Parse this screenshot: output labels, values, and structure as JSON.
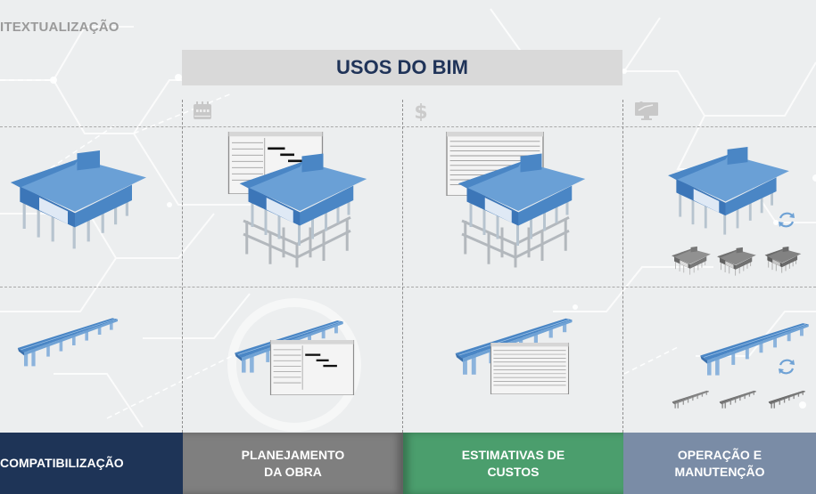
{
  "slide": {
    "section_title": "ITEXTUALIZAÇÃO",
    "title": "USOS DO BIM",
    "colors": {
      "background": "#eceeef",
      "title_bar": "#d9d9d9",
      "title_text": "#1f3358",
      "model_blue": "#4a86c5",
      "structure_gray": "#b8bcc0"
    }
  },
  "columns": [
    {
      "id": "compatibilizacao",
      "icon": "none",
      "label": "COMPATIBILIZAÇÃO",
      "color": "#1e3457"
    },
    {
      "id": "planejamento",
      "icon": "calendar-icon",
      "label": "PLANEJAMENTO\nDA OBRA",
      "color": "#7f7f7f"
    },
    {
      "id": "estimativas",
      "icon": "dollar-icon",
      "label": "ESTIMATIVAS DE\nCUSTOS",
      "color": "#4b9e6d"
    },
    {
      "id": "operacao",
      "icon": "monitor-icon",
      "label": "OPERAÇÃO E\nMANUTENÇÃO",
      "color": "#7a8ca6"
    }
  ],
  "rows": [
    {
      "id": "building",
      "subject": "house-model"
    },
    {
      "id": "bridge",
      "subject": "bridge-model"
    }
  ],
  "cells": {
    "compat_building": "house model on columns",
    "plan_building": "house model with structure frame and gantt schedule window",
    "cost_building": "house model with structure frame and cost sheet window",
    "op_building": "house model with refresh cycle icon and three gray house variants",
    "compat_bridge": "bridge model",
    "plan_bridge": "bridge model with gantt schedule window",
    "cost_bridge": "bridge model with cost sheet window",
    "op_bridge": "bridge model with refresh cycle icon and three gray bridge variants"
  }
}
